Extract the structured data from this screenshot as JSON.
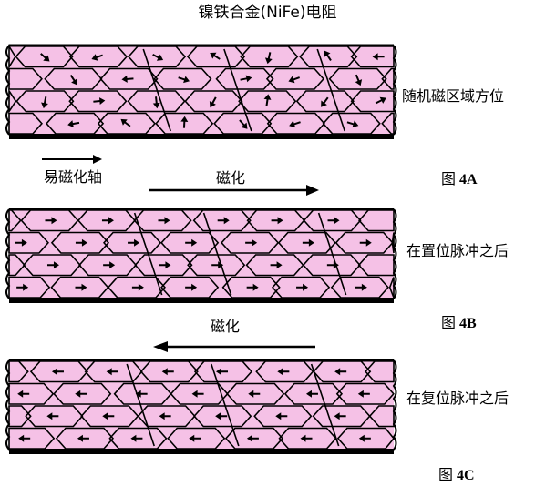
{
  "title": "镍铁合金(NiFe)电阻",
  "colors": {
    "film": "#f5c1e6",
    "line": "#000000",
    "background": "#ffffff"
  },
  "panels": [
    {
      "id": "4A",
      "state": "随机磁区域方位",
      "figure_prefix": "图",
      "figure_number": "4A",
      "domain_arrow_direction": "random",
      "easy_axis_label": "易磁化轴",
      "magnetization_label": "磁化",
      "magnetization_arrow_direction": "right"
    },
    {
      "id": "4B",
      "state": "在置位脉冲之后",
      "figure_prefix": "图",
      "figure_number": "4B",
      "domain_arrow_direction": "right",
      "magnetization_label": "磁化",
      "magnetization_arrow_direction": "left"
    },
    {
      "id": "4C",
      "state": "在复位脉冲之后",
      "figure_prefix": "图",
      "figure_number": "4C",
      "domain_arrow_direction": "left"
    }
  ]
}
